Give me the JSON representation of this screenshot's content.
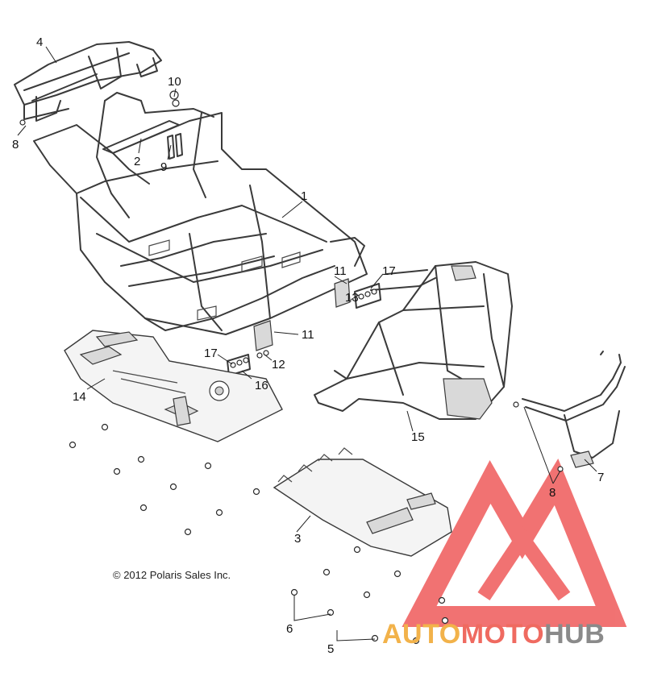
{
  "copyright": "© 2012 Polaris Sales Inc.",
  "watermark": {
    "part1": "AUTO",
    "part2": "MOTO",
    "part3": "HUB",
    "colors": {
      "auto": "#f2b24a",
      "moto": "#ef6a60",
      "hub": "#8a8a8a",
      "logo": "#ef5a5a"
    }
  },
  "callouts": {
    "c1": "1",
    "c2": "2",
    "c3": "3",
    "c4": "4",
    "c5": "5",
    "c6": "6",
    "c7": "7",
    "c8a": "8",
    "c8b": "8",
    "c9": "9",
    "c10": "10",
    "c11a": "11",
    "c11b": "11",
    "c12": "12",
    "c13": "13",
    "c14": "14",
    "c15": "15",
    "c16": "16",
    "c17a": "17",
    "c17b": "17"
  }
}
